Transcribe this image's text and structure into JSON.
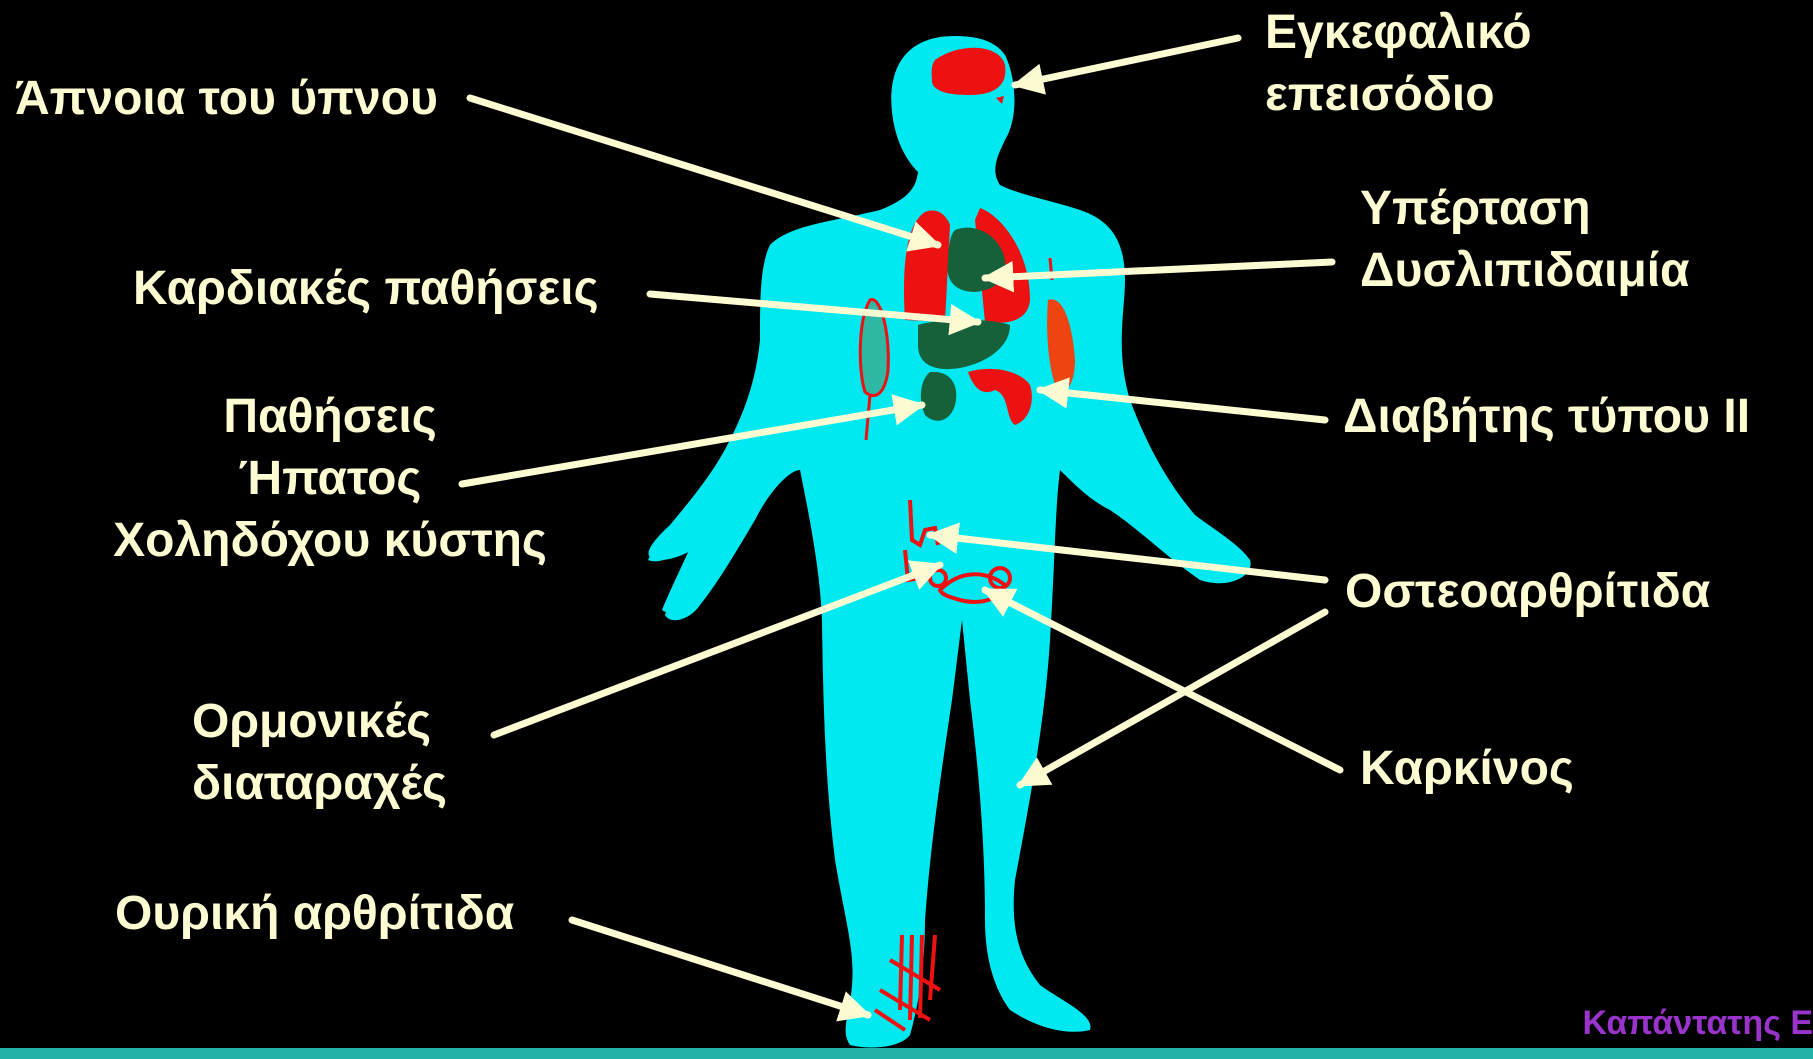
{
  "labels": {
    "stroke": [
      "Εγκεφαλικό",
      "επεισόδιο"
    ],
    "sleep_apnea": "Άπνοια του ύπνου",
    "hypertension": [
      "Υπέρταση",
      "Δυσλιπιδαιμία"
    ],
    "heart_disease": "Καρδιακές παθήσεις",
    "diabetes": "Διαβήτης τύπου ΙΙ",
    "liver": [
      "Παθήσεις",
      "Ήπατος",
      "Χοληδόχου κύστης"
    ],
    "osteoarthritis": "Οστεοαρθρίτιδα",
    "hormonal": [
      "Ορμονικές",
      "διαταραχές"
    ],
    "cancer": "Καρκίνος",
    "gout": "Ουρική αρθρίτιδα"
  },
  "credit": "Καπάντατης Ε",
  "colors": {
    "background": "#000000",
    "body": "#00e8f0",
    "organ_red": "#ee1111",
    "organ_green": "#16603a",
    "text": "#fdfbd2",
    "arrow": "#fdfbd2",
    "credit": "#9933cc",
    "bar": "#22b3a8"
  }
}
